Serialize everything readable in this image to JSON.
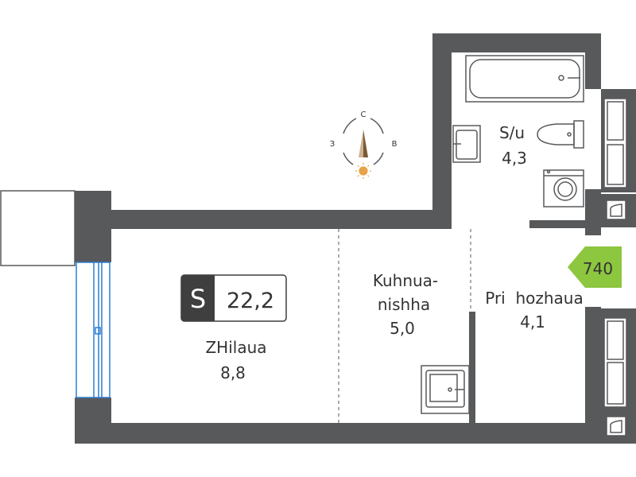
{
  "rooms": {
    "living": {
      "name": "ZHilaua",
      "area": "8,8"
    },
    "kitchen": {
      "name_line1": "Kuhnua-",
      "name_line2": "nishha",
      "area": "5,0"
    },
    "hall": {
      "name": "Pri  hozhaua",
      "area": "4,1"
    },
    "bath": {
      "name": "S/u",
      "area": "4,3"
    }
  },
  "total": {
    "letter": "S",
    "area": "22,2"
  },
  "door_tag": {
    "number": "740"
  },
  "compass": {
    "north": "С",
    "west": "З",
    "east": "В"
  },
  "colors": {
    "wall": "#58595b",
    "tag": "#8dc63f",
    "badge": "#3f3f3f",
    "compass_arrow": "#b5885a",
    "window": "#2d7fd4"
  }
}
